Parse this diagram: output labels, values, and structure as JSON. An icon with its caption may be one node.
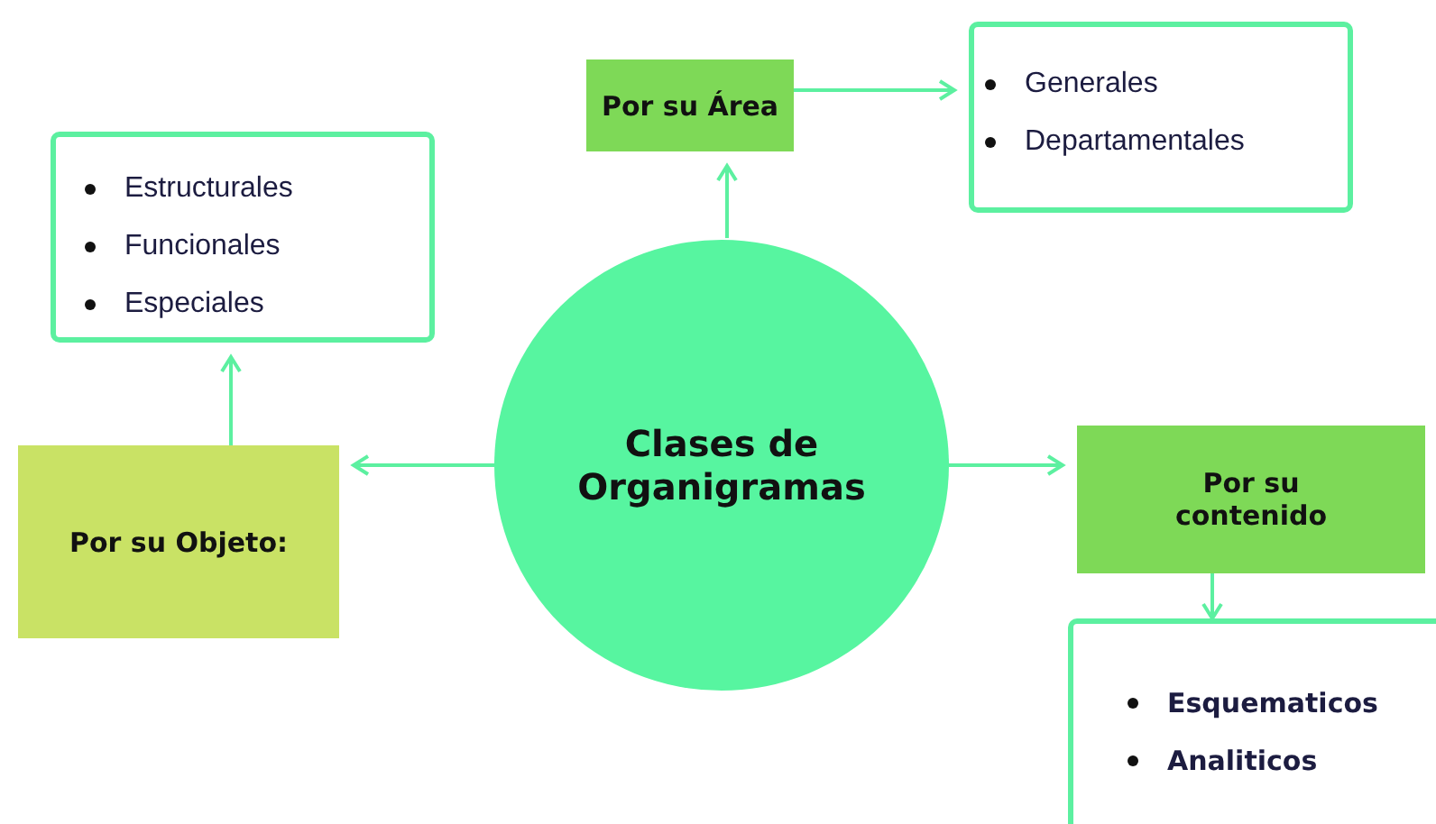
{
  "diagram": {
    "nodes": [
      {
        "text": [
          "Clases de Organigramas"
        ]
      },
      {
        "text": [
          "Por su Área"
        ]
      },
      {
        "text": [
          "Generales",
          "Departamentales"
        ]
      },
      {
        "text": [
          "Estructurales",
          "Funcionales",
          "Especiales"
        ]
      },
      {
        "text": [
          "Por su Objeto:"
        ]
      },
      {
        "text": [
          "Por su contenido"
        ]
      },
      {
        "text": [
          "Esquematicos",
          "Analiticos"
        ]
      }
    ],
    "edges": [
      {
        "from": 0,
        "to": 1,
        "arrow": "to"
      },
      {
        "from": 1,
        "to": 2,
        "arrow": "to"
      },
      {
        "from": 0,
        "to": 4,
        "arrow": "to"
      },
      {
        "from": 4,
        "to": 3,
        "arrow": "to"
      },
      {
        "from": 0,
        "to": 5,
        "arrow": "to"
      },
      {
        "from": 5,
        "to": 6,
        "arrow": "to"
      }
    ]
  }
}
